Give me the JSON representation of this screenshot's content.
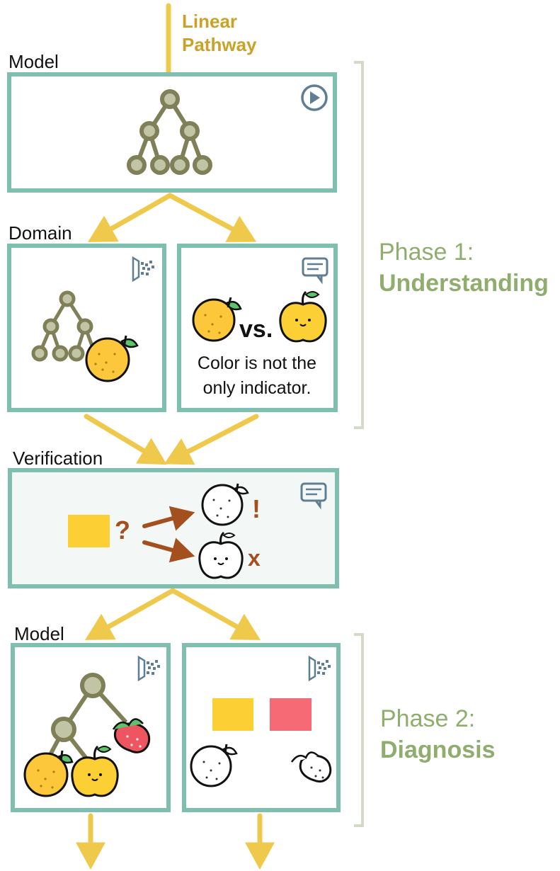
{
  "pathway": {
    "line1": "Linear",
    "line2": "Pathway"
  },
  "labels": {
    "model_top": "Model",
    "domain": "Domain",
    "verification": "Verification",
    "model_bottom": "Model"
  },
  "domain_card": {
    "vs": "vs.",
    "caption_line1": "Color is not the",
    "caption_line2": "only indicator."
  },
  "verification_card": {
    "question": "?",
    "warn": "!",
    "reject": "x"
  },
  "phases": [
    {
      "line1": "Phase 1:",
      "line2": "Understanding"
    },
    {
      "line1": "Phase 2:",
      "line2": "Diagnosis"
    }
  ],
  "icons": {
    "model_card": "play-icon",
    "domain_left": "pixel-fade-icon",
    "domain_right": "chat-bubble-icon",
    "verification": "chat-bubble-icon",
    "model_left": "pixel-fade-icon",
    "model_right": "pixel-fade-icon"
  },
  "colors": {
    "card_border": "#7FBFAF",
    "arrow": "#EFC94C",
    "tree": "#7F7F58",
    "tree_fill": "#C2C4A6",
    "orange": "#FCC73A",
    "swatch_yellow": "#FCCF35",
    "swatch_red": "#F56A74",
    "strawberry": "#EE5560",
    "arrow_brown": "#A3501E",
    "icon": "#5F7E93",
    "phase_text": "#8FAE6E",
    "bracket": "#D3DBC6",
    "pathway_text": "#C9A227"
  }
}
